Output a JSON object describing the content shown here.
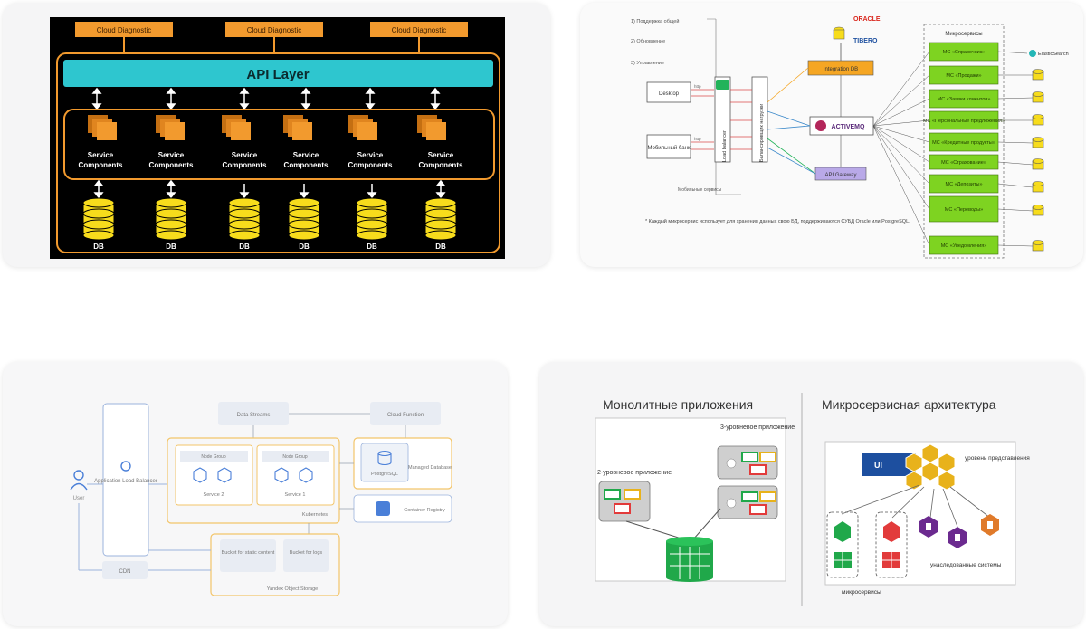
{
  "panel1": {
    "cloud_label": "Cloud Diagnostic",
    "api_layer": "API Layer",
    "service_label_line1": "Service",
    "service_label_line2": "Components",
    "db_label": "DB",
    "colors": {
      "background": "#000000",
      "api": "#2ec6cf",
      "orange": "#f29a2e",
      "db": "#f7dc1c"
    }
  },
  "panel2": {
    "notes": [
      "1) Поддержка общей",
      "2) Обновление",
      "3) Управление"
    ],
    "left_boxes": [
      "Desktop",
      "Мобильный банк"
    ],
    "vertical_labels": [
      "Load balancer",
      "Балансировщик нагрузки"
    ],
    "oracle": "ORACLE",
    "tibero": "TIBERO",
    "top_box": "Integration DB",
    "activemq": "ACTIVEMQ",
    "gateway": "API Gateway",
    "dashed_title": "Микросервисы",
    "microservices": [
      "МС «Справочник»",
      "МС «Продажи»",
      "МС «Заявки клиентов»",
      "МС «Персональные предложения»",
      "МС «Кредитные продукты»",
      "МС «Страхование»",
      "МС «Депозиты»",
      "МС «Переводы»",
      "МС «Уведомления»"
    ],
    "elastic": "ElasticSearch",
    "footnote": "* Каждый микросервис использует для хранения данных свою БД, поддерживаются СУБД Oracle или PostgreSQL.",
    "bottom_note": "Мобильные сервисы",
    "small_label": "http",
    "colors": {
      "green": "#7ed321",
      "top_box": "#f5a623",
      "gateway": "#b9a9e8"
    }
  },
  "panel3": {
    "data_streams": "Data Streams",
    "cloud_function": "Cloud Function",
    "alb": "Application Load Balancer",
    "user": "User",
    "node1": "Node Group",
    "node2": "Node Group",
    "service2": "Service 2",
    "service1": "Service 1",
    "postgres": "PostgreSQL",
    "managed": "Managed Database",
    "kubernetes": "Kubernetes",
    "container": "Container Registry",
    "cdn": "CDN",
    "bucket1": "Bucket for static content",
    "bucket2": "Bucket for logs",
    "storage": "Yandex Object Storage",
    "colors": {
      "accent": "#4a7fd8",
      "orange_border": "#f3c56a"
    }
  },
  "panel4": {
    "left_title": "Монолитные приложения",
    "right_title": "Микросервисная архитектура",
    "tier3": "3-уровневое приложение",
    "tier2": "2-уровневое приложение",
    "ui": "UI",
    "presentation": "уровень представления",
    "legacy": "унаследованные системы",
    "micro": "микросервисы",
    "colors": {
      "db": "#20a84a",
      "hex": "#e8b21b",
      "ui": "#1d4f9f",
      "red": "#e23b3b",
      "purple": "#6b2a8f",
      "orange": "#e07a2a"
    }
  }
}
